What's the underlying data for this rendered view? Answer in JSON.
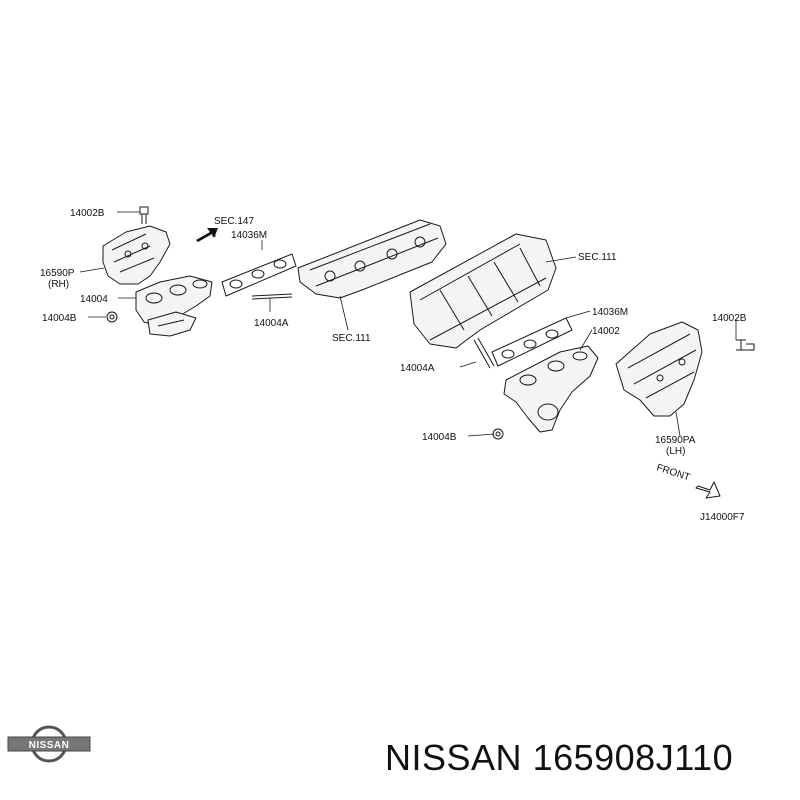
{
  "diagram": {
    "labels": {
      "l14002B_rh": "14002B",
      "l16590P": "16590P",
      "lRH": "(RH)",
      "l14004": "14004",
      "l14004B_rh": "14004B",
      "lSEC147": "SEC.147",
      "l14036M_rh": "14036M",
      "l14004A_rh": "14004A",
      "lSEC111_a": "SEC.111",
      "lSEC111_b": "SEC.111",
      "l14036M_lh": "14036M",
      "l14002": "14002",
      "l14002B_lh": "14002B",
      "l14004A_lh": "14004A",
      "l14004B_lh": "14004B",
      "l16590PA": "16590PA",
      "lLH": "(LH)",
      "lFRONT": "FRONT",
      "lCode": "J14000F7"
    }
  },
  "logo": {
    "text": "NISSAN"
  },
  "caption": {
    "brand": "NISSAN",
    "part_number": "165908J110"
  }
}
